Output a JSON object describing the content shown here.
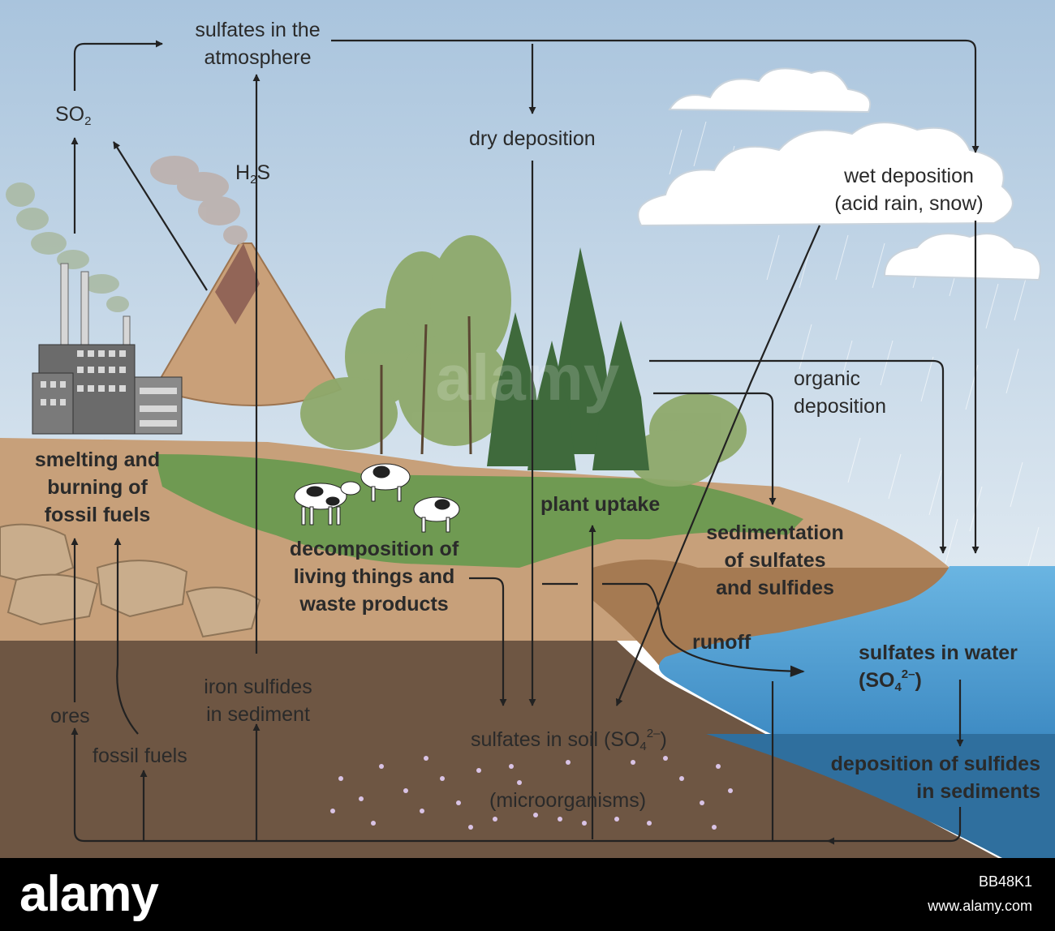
{
  "labels": {
    "sulfates_atmosphere": [
      "sulfates in the",
      "atmosphere"
    ],
    "so2_main": "SO",
    "so2_sub": "2",
    "h2s_h": "H",
    "h2s_sub": "2",
    "h2s_s": "S",
    "dry_deposition": "dry deposition",
    "wet_deposition": [
      "wet deposition",
      "(acid rain, snow)"
    ],
    "organic_deposition": [
      "organic",
      "deposition"
    ],
    "smelting": [
      "smelting and",
      "burning of",
      "fossil fuels"
    ],
    "decomposition": [
      "decomposition of",
      "living things and",
      "waste products"
    ],
    "plant_uptake": "plant uptake",
    "sedimentation": [
      "sedimentation",
      "of sulfates",
      "and sulfides"
    ],
    "runoff": "runoff",
    "sulfates_water_line1": "sulfates in water",
    "sulfates_water_open": "(SO",
    "sulfates_water_sub": "4",
    "sulfates_water_sup": "2–",
    "sulfates_water_close": ")",
    "iron_sulfides": [
      "iron sulfides",
      "in sediment"
    ],
    "ores": "ores",
    "fossil_fuels": "fossil fuels",
    "sulfates_soil_main": "sulfates in soil (SO",
    "sulfates_soil_sub": "4",
    "sulfates_soil_sup": "2–",
    "sulfates_soil_close": ")",
    "microorganisms": "(microorganisms)",
    "deposition_sulfides": [
      "deposition of sulfides",
      "in sediments"
    ]
  },
  "footer": {
    "logo": "alamy",
    "image_id": "BB48K1",
    "url": "www.alamy.com"
  },
  "watermark": "alamy",
  "colors": {
    "sky_top": "#a9c4dd",
    "sky_bottom": "#dbe7f0",
    "ground": "#c7a07a",
    "soil": "#6e5643",
    "grass": "#6f9a52",
    "water": "#4f9fd6",
    "deep_water": "#2f6f9e",
    "arrow": "#222222"
  }
}
